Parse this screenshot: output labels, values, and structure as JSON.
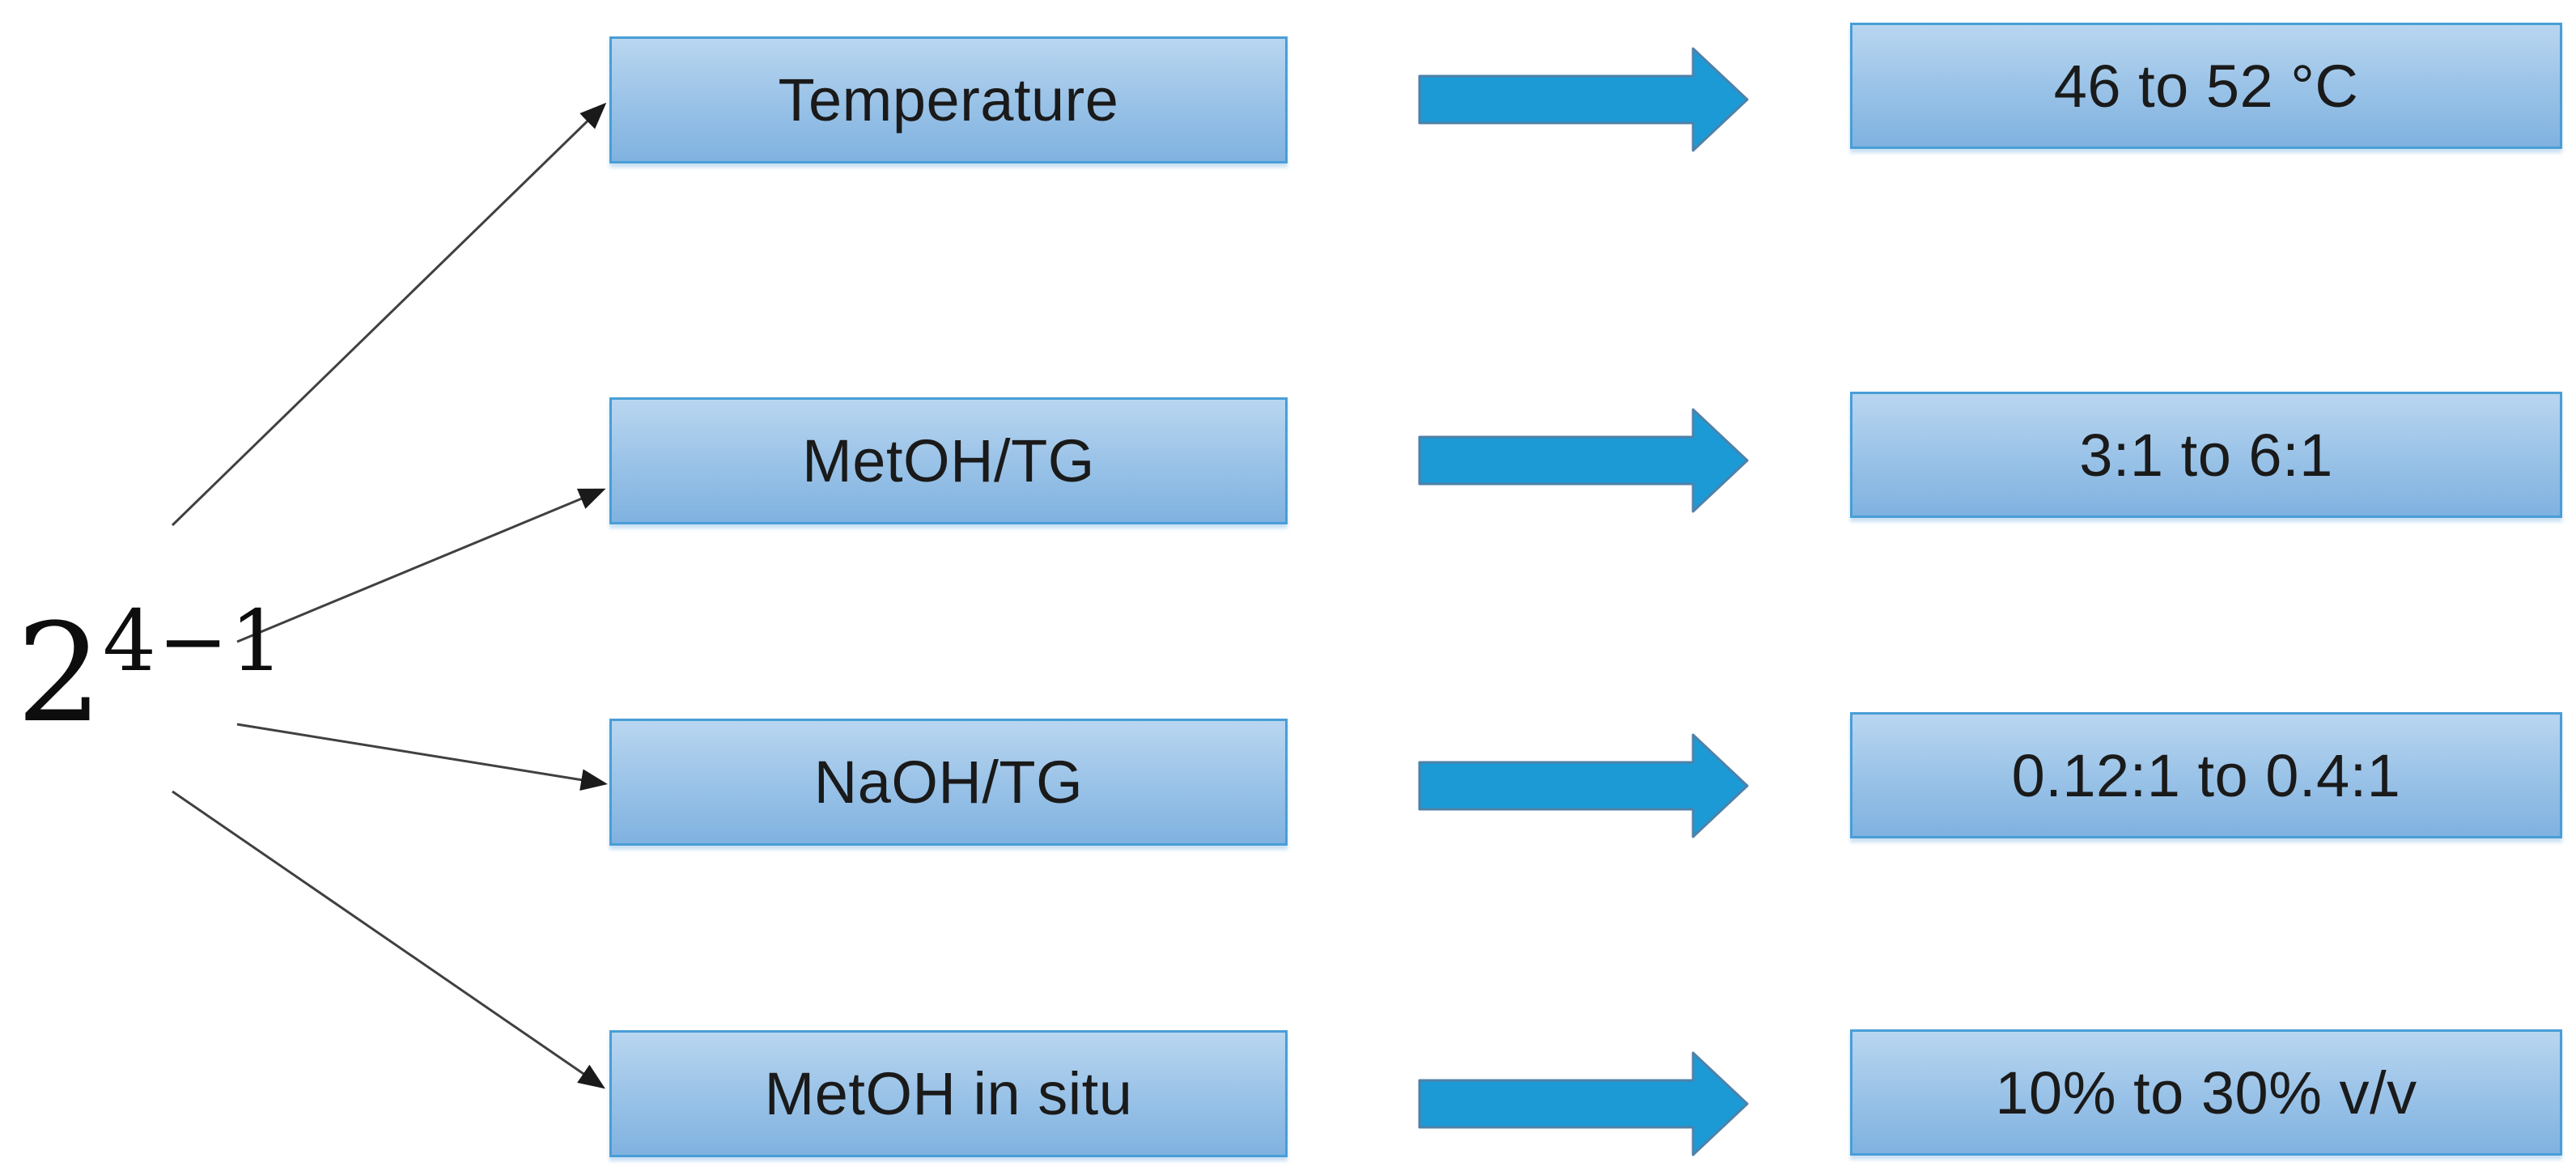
{
  "design_label": {
    "base": "2",
    "exponent": "4−1"
  },
  "rows": [
    {
      "factor": "Temperature",
      "range": "46 to 52 °C"
    },
    {
      "factor": "MetOH/TG",
      "range": "3:1 to 6:1"
    },
    {
      "factor": "NaOH/TG",
      "range": "0.12:1 to 0.4:1"
    },
    {
      "factor": "MetOH in situ",
      "range": "10% to 30% v/v"
    }
  ],
  "colors": {
    "box_fill_top": "#b9d6f0",
    "box_fill_bottom": "#80b2e0",
    "box_border": "#499ed7",
    "block_arrow_fill": "#1b9ad6",
    "block_arrow_outline": "#4f81a8",
    "connector_line": "#404040",
    "text": "#1a1a1a",
    "background": "#ffffff"
  }
}
